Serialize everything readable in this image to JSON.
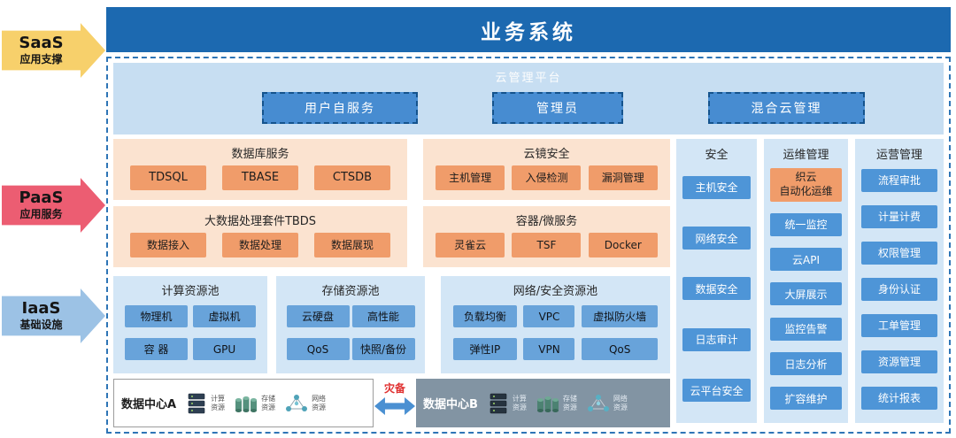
{
  "left_arrows": [
    {
      "title": "SaaS",
      "subtitle": "应用支撑",
      "color": "#f7d06b"
    },
    {
      "title": "PaaS",
      "subtitle": "应用服务",
      "color": "#ec5d72"
    },
    {
      "title": "IaaS",
      "subtitle": "基础设施",
      "color": "#9cc2e5"
    }
  ],
  "header": {
    "title": "业务系统"
  },
  "cloud_platform": {
    "title": "云管理平台",
    "buttons": [
      "用户自服务",
      "管理员",
      "混合云管理"
    ]
  },
  "paas_blocks": [
    {
      "title": "数据库服务",
      "items": [
        "TDSQL",
        "TBASE",
        "CTSDB"
      ]
    },
    {
      "title": "云镜安全",
      "items": [
        "主机管理",
        "入侵检测",
        "漏洞管理"
      ]
    },
    {
      "title": "大数据处理套件TBDS",
      "items": [
        "数据接入",
        "数据处理",
        "数据展现"
      ]
    },
    {
      "title": "容器/微服务",
      "items": [
        "灵雀云",
        "TSF",
        "Docker"
      ]
    }
  ],
  "iaas_pools": [
    {
      "title": "计算资源池",
      "items": [
        "物理机",
        "虚拟机",
        "容 器",
        "GPU"
      ]
    },
    {
      "title": "存储资源池",
      "items": [
        "云硬盘",
        "高性能",
        "QoS",
        "快照/备份"
      ]
    },
    {
      "title": "网络/安全资源池",
      "items": [
        "负载均衡",
        "VPC",
        "虚拟防火墙",
        "弹性IP",
        "VPN",
        "QoS"
      ]
    }
  ],
  "security_column": {
    "title": "安全",
    "items": [
      "主机安全",
      "网络安全",
      "数据安全",
      "日志审计",
      "云平台安全"
    ]
  },
  "ops_column": {
    "title": "运维管理",
    "highlight": "织云\n自动化运维",
    "items": [
      "统一监控",
      "云API",
      "大屏展示",
      "监控告警",
      "日志分析",
      "扩容维护"
    ]
  },
  "biz_column": {
    "title": "运营管理",
    "items": [
      "流程审批",
      "计量计费",
      "权限管理",
      "身份认证",
      "工单管理",
      "资源管理",
      "统计报表"
    ]
  },
  "datacenters": {
    "dc_a": {
      "title": "数据中心A",
      "resources": [
        "计算资源",
        "存储资源",
        "网络资源"
      ]
    },
    "disaster_recovery_label": "灾备",
    "dc_b": {
      "title": "数据中心B",
      "resources": [
        "计算资源",
        "存储资源",
        "网络资源"
      ]
    }
  },
  "colors": {
    "header_blue": "#1c69b0",
    "band_blue": "#c7def2",
    "accent_orange": "#f09c6a",
    "accent_blue": "#4e95d7",
    "dashed_border": "#2e75b6"
  }
}
